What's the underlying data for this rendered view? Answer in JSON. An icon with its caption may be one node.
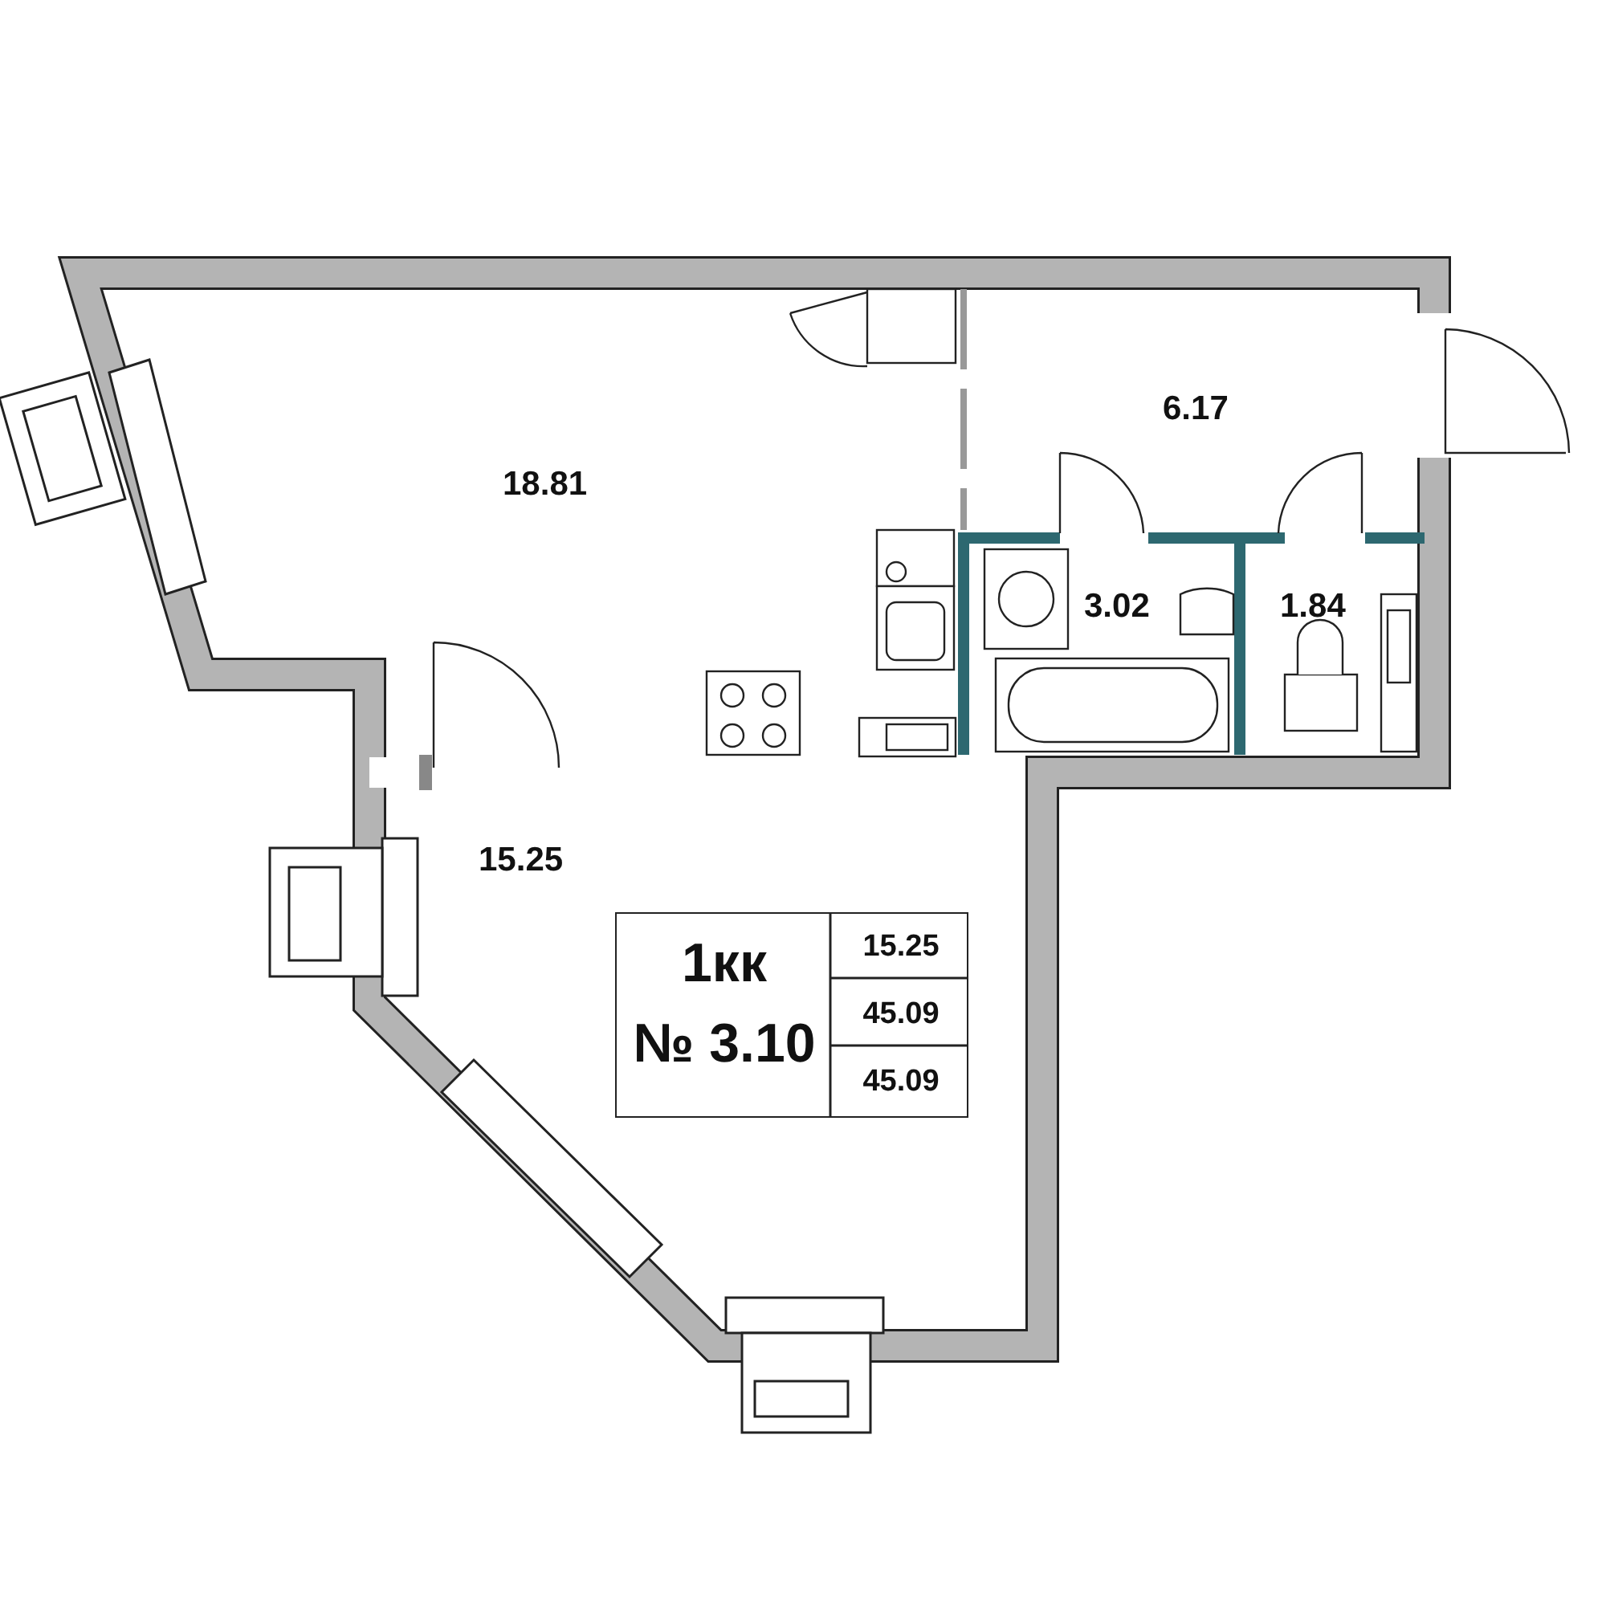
{
  "diagram": {
    "nodes": [
      {
        "text": [
          "1кк",
          "№ 3.10",
          "15.25",
          "45.09",
          "45.09"
        ]
      }
    ],
    "labels": [
      "6.17",
      "18.81",
      "3.02",
      "1.84",
      "15.25"
    ]
  }
}
